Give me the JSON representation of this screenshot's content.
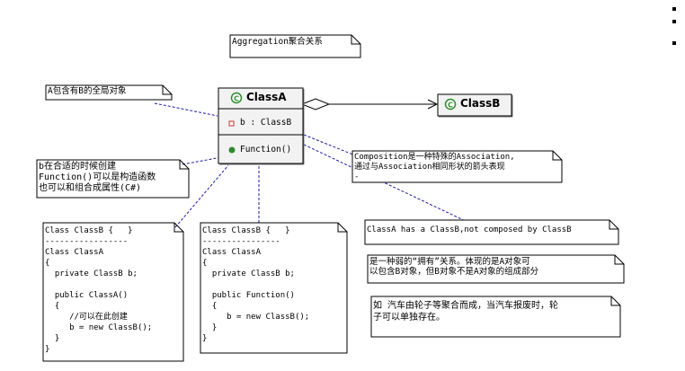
{
  "title_note": "Aggregation聚合关系",
  "class_a": {
    "name": "ClassA",
    "attribute": "b : ClassB",
    "operation": "Function()"
  },
  "class_b": {
    "name": "ClassB"
  },
  "notes": {
    "global_object": "A包含有B的全局对象",
    "creation": "b在合适的时候创建\nFunction()可以是构造函数\n也可以和组合成属性(C#)",
    "composition": "Composition是一种特殊的Association,\n通过与Association相同形状的箭头表现\n-",
    "has_a": "ClassA has a ClassB,not composed by ClassB",
    "weak_has": "是一种弱的“拥有”关系。体现的是A对象可\n以包含B对象，但B对象不是A对象的组成部分",
    "car_example": "如 汽车由轮子等聚合而成，当汽车报废时，轮\n子可以单独存在。",
    "code_left": "Class ClassB {   }\n-----------------\nClass ClassA\n{\n  private ClassB b;\n\n  public ClassA()\n  {\n     //可以在此创建\n     b = new ClassB();\n  }\n}",
    "code_right": "Class ClassB {   }\n----------------\nClass ClassA\n{\n  private ClassB b;\n\n  public Function()\n  {\n     b = new ClassB();\n  }\n}"
  },
  "colors": {
    "class_fill": "#f2f2f2",
    "class_icon": "#2f8a2f",
    "attr_icon": "#c83232",
    "link_dash": "#1a1aa6"
  }
}
